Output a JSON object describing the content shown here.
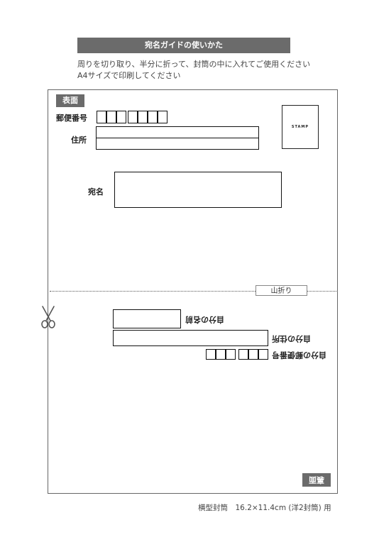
{
  "guide": {
    "title": "宛名ガイドの使いかた",
    "instruction_1": "周りを切り取り、半分に折って、封筒の中に入れてご使用ください",
    "instruction_2": "A4サイズで印刷してください"
  },
  "front": {
    "tag": "表面",
    "postal_label": "郵便番号",
    "address_label": "住所",
    "recipient_label": "宛名",
    "stamp_text": "STAMP"
  },
  "fold": {
    "label": "山折り"
  },
  "back": {
    "tag": "裏面",
    "sender_name_label": "自分の名前",
    "sender_address_label": "自分の住所",
    "sender_postal_label": "自分の郵便番号"
  },
  "icons": {
    "cut": "scissors-icon"
  },
  "footer": {
    "text": "横型封筒　16.2×11.4cm (洋2封筒) 用"
  },
  "colors": {
    "tag_bg": "#6b6b6b",
    "frame": "#666666"
  }
}
